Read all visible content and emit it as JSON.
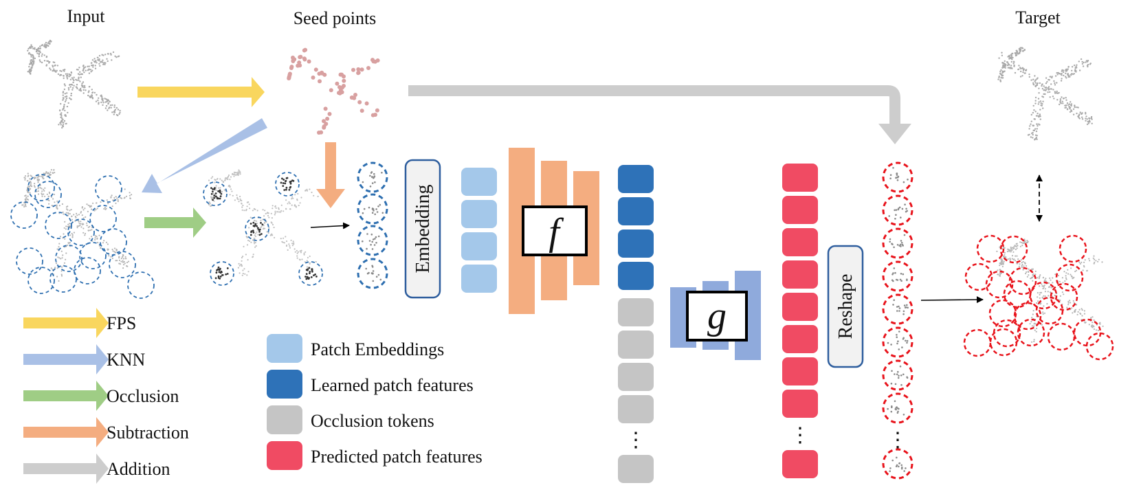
{
  "labels": {
    "input": "Input",
    "seed_points": "Seed points",
    "target": "Target",
    "embedding": "Embedding",
    "reshape": "Reshape",
    "f": "f",
    "g": "g"
  },
  "arrow_legend": [
    {
      "label": "FPS",
      "color": "#f9d65e"
    },
    {
      "label": "KNN",
      "color": "#a9c0e6"
    },
    {
      "label": "Occlusion",
      "color": "#9fcd85"
    },
    {
      "label": "Subtraction",
      "color": "#f4ad80"
    },
    {
      "label": "Addition",
      "color": "#cdcdcd"
    }
  ],
  "token_legend": [
    {
      "label": "Patch Embeddings",
      "color": "#a4c8ea"
    },
    {
      "label": "Learned patch features",
      "color": "#2e72b8"
    },
    {
      "label": "Occlusion tokens",
      "color": "#c5c5c5"
    },
    {
      "label": "Predicted patch features",
      "color": "#f04b63"
    }
  ],
  "colors": {
    "patch_blue_dashed": "#2e6fb0",
    "target_red_dashed": "#e8131b",
    "encoder": "#f4ad80",
    "decoder": "#8faadc",
    "embedding_box_border": "#2e5e9e",
    "point": "#9a9a9a",
    "seed_point": "#d8a0a0"
  },
  "icons": [
    "airplane-point-cloud",
    "seed-point-cloud",
    "dashed-circle-patch",
    "double-headed-dashed-arrow"
  ]
}
